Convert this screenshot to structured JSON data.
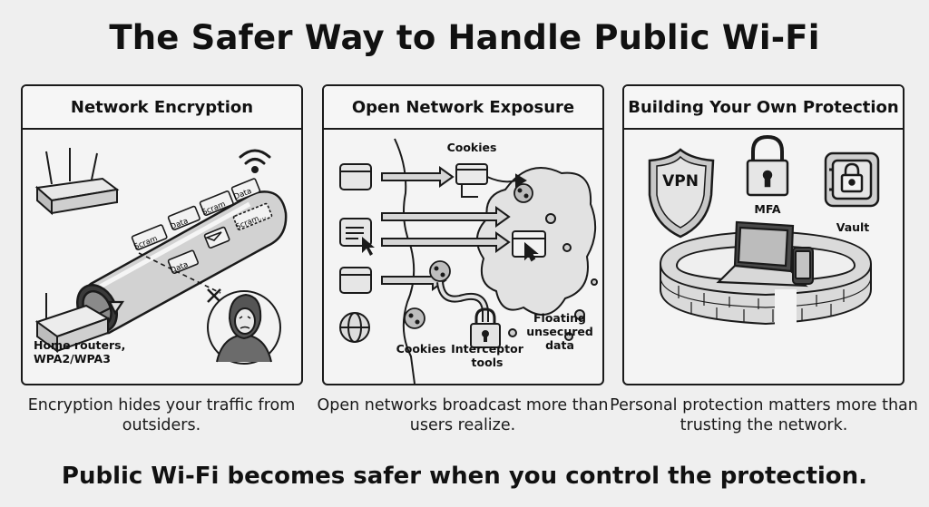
{
  "title": "The Safer Way to Handle Public Wi-Fi",
  "panels": [
    {
      "heading": "Network Encryption",
      "labels": {
        "routers": "Home routers,\nWPA2/WPA3",
        "packets": [
          "Scram",
          "Data",
          "Scram",
          "Data",
          "Scram",
          "Data",
          "Scram..."
        ]
      },
      "caption": "Encryption hides your traffic from outsiders."
    },
    {
      "heading": "Open Network Exposure",
      "labels": {
        "cookies_top": "Cookies",
        "cookies_bottom": "Cookies",
        "interceptor": "Interceptor\ntools",
        "floating": "Floating\nunsecured\ndata"
      },
      "caption": "Open networks broadcast more than users realize."
    },
    {
      "heading": "Building Your Own Protection",
      "labels": {
        "vpn": "VPN",
        "mfa": "MFA",
        "vault": "Vault"
      },
      "caption": "Personal protection matters more than trusting the network."
    }
  ],
  "footer": "Public Wi-Fi becomes safer when you control the protection."
}
